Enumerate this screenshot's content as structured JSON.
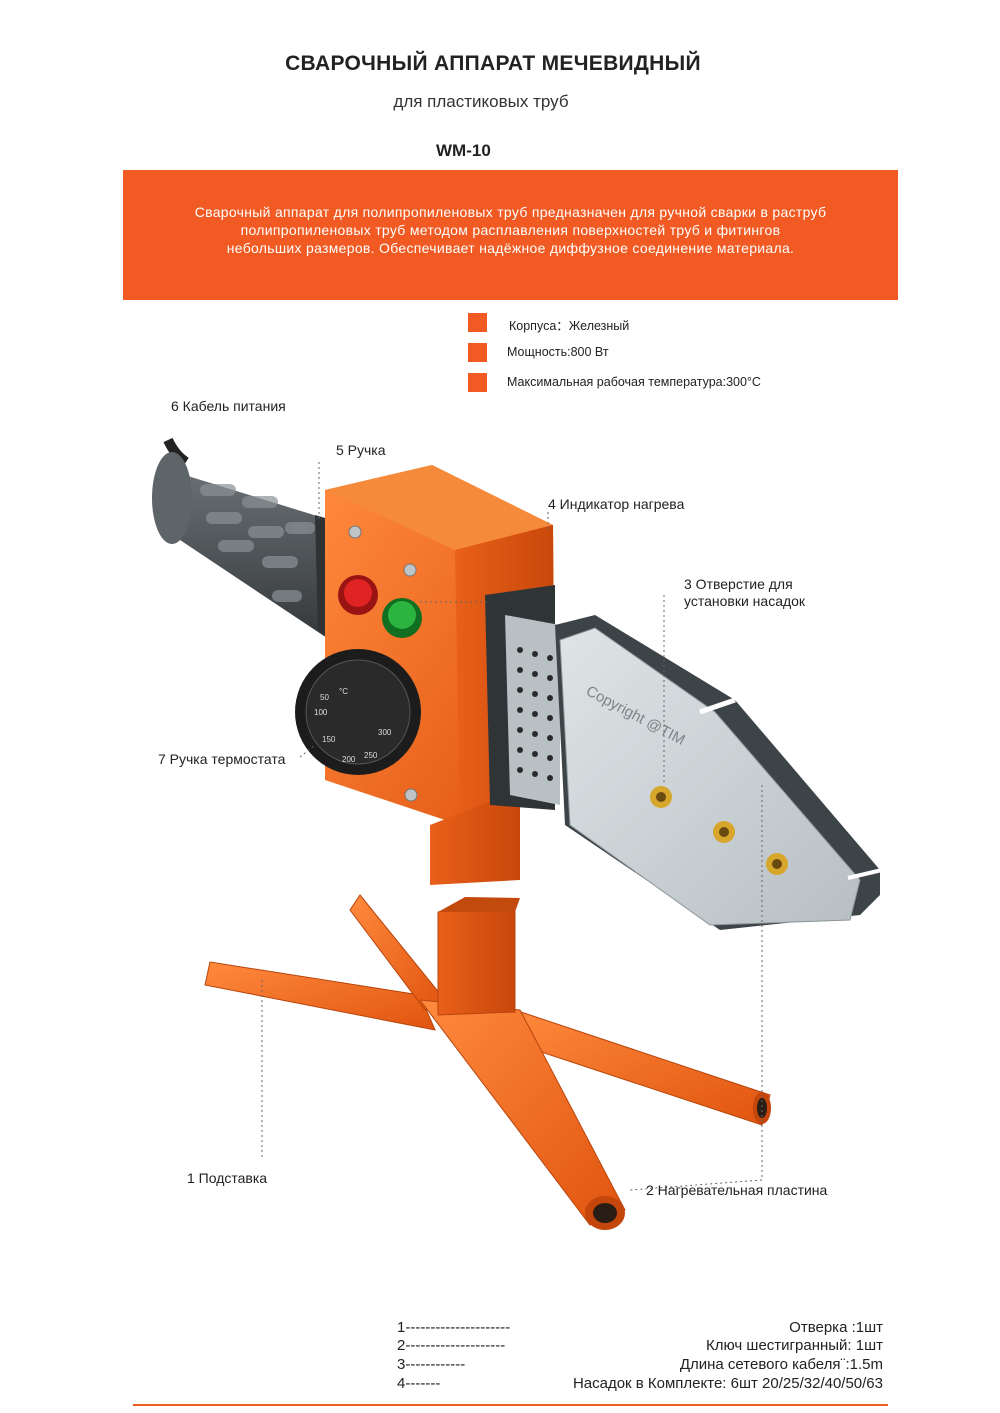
{
  "header": {
    "title": "СВАРОЧНЫЙ АППАРАТ МЕЧЕВИДНЫЙ",
    "subtitle": "для пластиковых труб",
    "model": "WM-10"
  },
  "banner": {
    "line1": "Сварочный аппарат для полипропиленовых труб предназначен для ручной сварки в раструб",
    "line2": "полипропиленовых труб методом расплавления поверхностей труб и фитингов",
    "line3": "небольших размеров. Обеспечивает надёжное диффузное соединение материала.",
    "color": "#f15a22"
  },
  "specs": [
    {
      "label": "Корпуса：Железный"
    },
    {
      "label": "Мощность:800 Вт"
    },
    {
      "label": "Максимальная рабочая температура:300°C"
    }
  ],
  "callouts": {
    "cable": "6 Кабель питания",
    "handle": "5 Ручка",
    "indicator": "4 Индикатор нагрева",
    "hole_line1": "3 Отверстие для",
    "hole_line2": "установки насадок",
    "thermostat": "7 Ручка термостата",
    "stand": "1 Подставка",
    "plate": "2 Нагревательная пластина"
  },
  "illustration": {
    "watermark": "Copyright @TIM",
    "dial_unit": "°C",
    "dial_ticks": [
      "50",
      "100",
      "150",
      "200",
      "250",
      "300"
    ],
    "body_color": "#f26b1d",
    "plate_color": "#c9cfd2",
    "grip_color": "#4a4f52"
  },
  "kit": {
    "items": [
      {
        "dash": "1---------------------",
        "value": "Отверка :1шт"
      },
      {
        "dash": "2--------------------",
        "value": "Ключ шестигранный:  1шт"
      },
      {
        "dash": "3------------",
        "value": "Длина сетевого кабеля¨:1.5m"
      },
      {
        "dash": "4-------",
        "value": "Насадок в Комплекте: 6шт 20/25/32/40/50/63"
      }
    ]
  }
}
